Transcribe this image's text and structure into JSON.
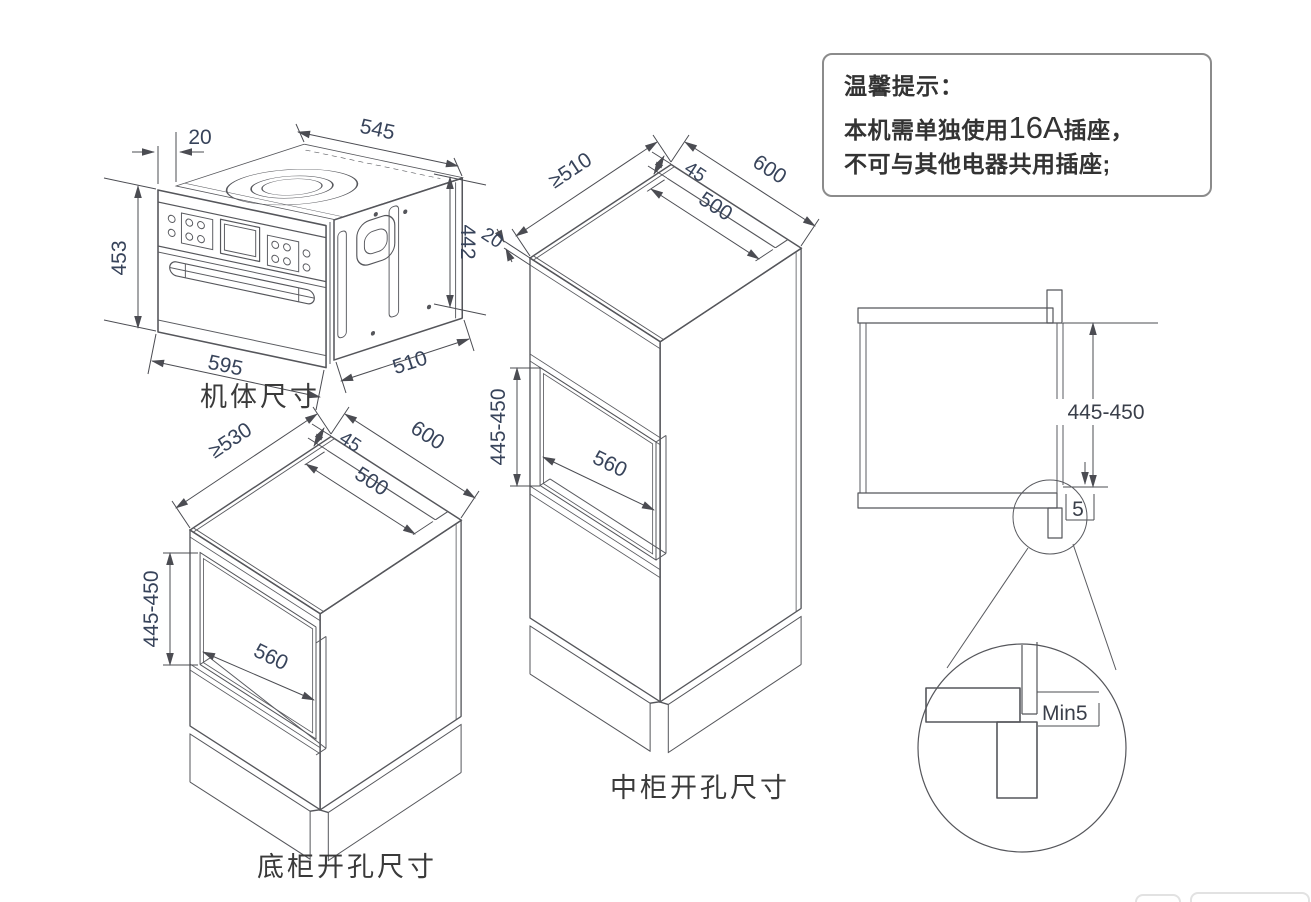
{
  "note_box": {
    "title": "温馨提示：",
    "line1_prefix": "本机需单独使用",
    "line1_socket": "16A",
    "line1_suffix": "插座，",
    "line2": "不可与其他电器共用插座;"
  },
  "oven": {
    "label": "机体尺寸",
    "dims": {
      "front_lip": "20",
      "top_width": "545",
      "front_height": "453",
      "side_height": "442",
      "front_width": "595",
      "side_depth": "510"
    }
  },
  "base_cabinet": {
    "label": "底柜开孔尺寸",
    "dims": {
      "min_depth": "≥530",
      "vent_offset": "45",
      "top_width": "600",
      "vent_width": "500",
      "opening_height": "445-450",
      "opening_width": "560"
    }
  },
  "tall_cabinet": {
    "label": "中柜开孔尺寸",
    "dims": {
      "min_depth": "≥510",
      "vent_offset": "45",
      "top_width": "600",
      "vent_width": "500",
      "front_lip": "20",
      "opening_height": "445-450",
      "opening_width": "560"
    }
  },
  "section_detail": {
    "dims": {
      "opening_height": "445-450",
      "gap": "5",
      "min_gap": "Min5"
    }
  },
  "colors": {
    "line": "#55565b",
    "dim_text": "#37435a",
    "label_text": "#3a3a3a",
    "note_border": "#8b8b8b",
    "note_text": "#333333"
  }
}
